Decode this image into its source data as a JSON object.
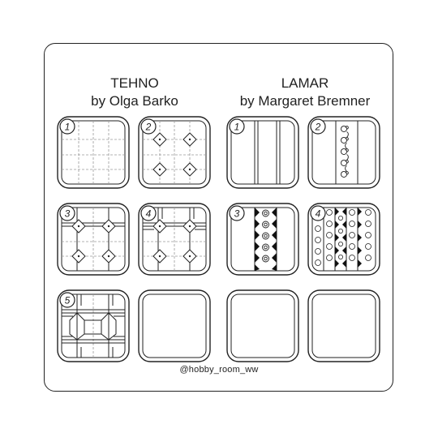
{
  "tehno": {
    "title_line1": "TEHNO",
    "title_line2": "by Olga Barko",
    "steps": [
      "1",
      "2",
      "3",
      "4",
      "5"
    ]
  },
  "lamar": {
    "title_line1": "LAMAR",
    "title_line2": "by Margaret Bremner",
    "steps": [
      "1",
      "2",
      "3",
      "4"
    ]
  },
  "footer": {
    "handle": "@hobby_room_ww"
  },
  "colors": {
    "stroke": "#222222",
    "guide": "#9a9a9a",
    "background": "#ffffff"
  }
}
